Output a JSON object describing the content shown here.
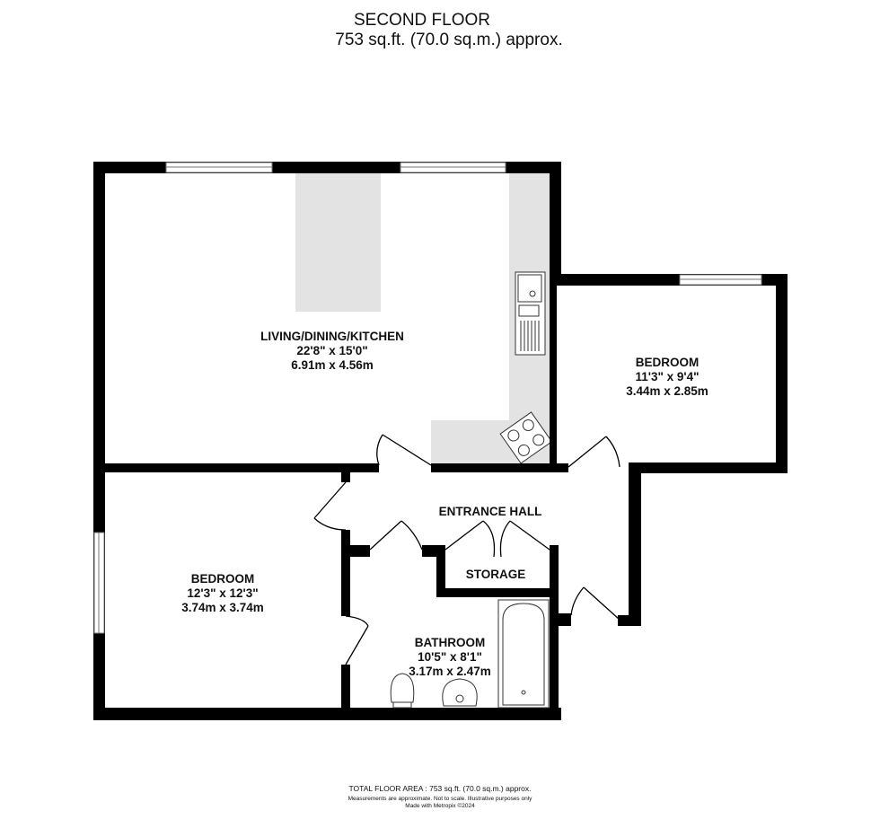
{
  "header": {
    "floor": "SECOND FLOOR",
    "area": "753 sq.ft. (70.0 sq.m.) approx."
  },
  "rooms": [
    {
      "name": "LIVING/DINING/KITCHEN",
      "imperial": "22'8\"  x 15'0\"",
      "metric": "6.91m  x 4.56m"
    },
    {
      "name": "BEDROOM",
      "imperial": "11'3\"  x 9'4\"",
      "metric": "3.44m  x 2.85m"
    },
    {
      "name": "BEDROOM",
      "imperial": "12'3\"  x 12'3\"",
      "metric": "3.74m  x 3.74m"
    },
    {
      "name": "ENTRANCE HALL"
    },
    {
      "name": "STORAGE"
    },
    {
      "name": "BATHROOM",
      "imperial": "10'5\"  x 8'1\"",
      "metric": "3.17m  x 2.47m"
    }
  ],
  "footer": {
    "total": "TOTAL FLOOR AREA : 753 sq.ft. (70.0 sq.m.) approx.",
    "disclaimer": "Measurements are approximate.  Not to scale.  Illustrative purposes only",
    "credit": "Made with Metropix ©2024"
  },
  "colors": {
    "wall": "#000000",
    "fixture_fill": "#e3e3e3"
  }
}
